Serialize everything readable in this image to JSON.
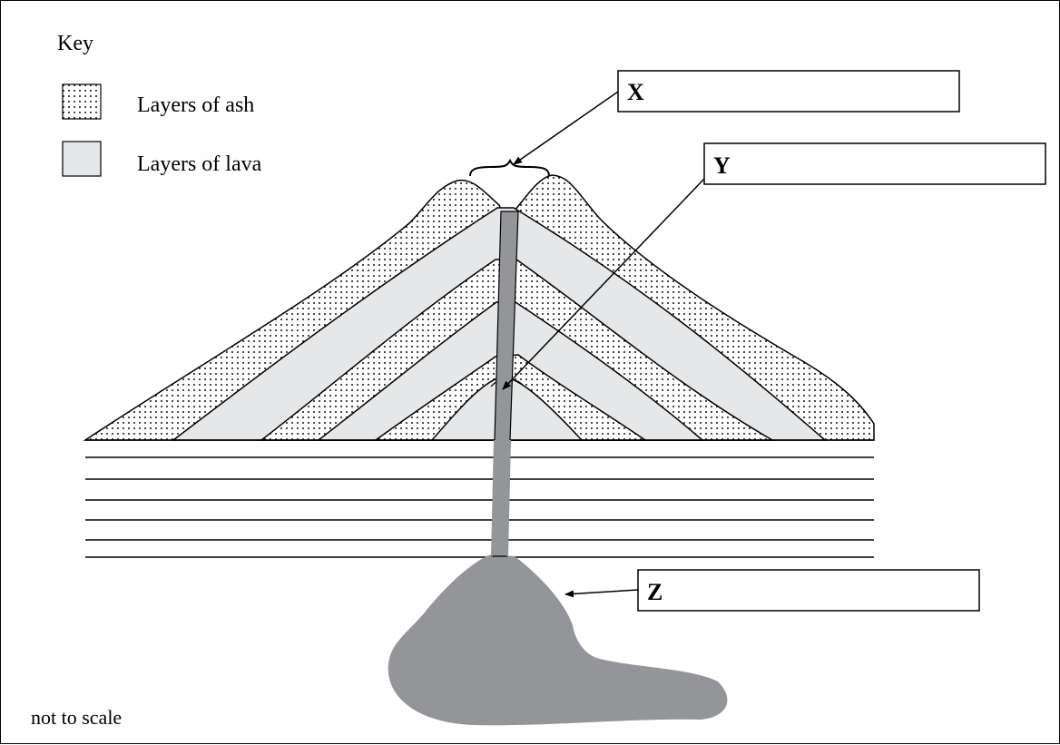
{
  "key": {
    "title": "Key",
    "items": [
      {
        "label": "Layers of ash",
        "pattern": "dotted"
      },
      {
        "label": "Layers of lava",
        "fill": "#e6e7e8"
      }
    ]
  },
  "labels": {
    "x": "X",
    "y": "Y",
    "z": "Z"
  },
  "note": "not to scale",
  "colors": {
    "ash_background": "#ffffff",
    "ash_dots": "#000000",
    "lava": "#e6e7e8",
    "magma": "#939598",
    "outline": "#000000"
  }
}
